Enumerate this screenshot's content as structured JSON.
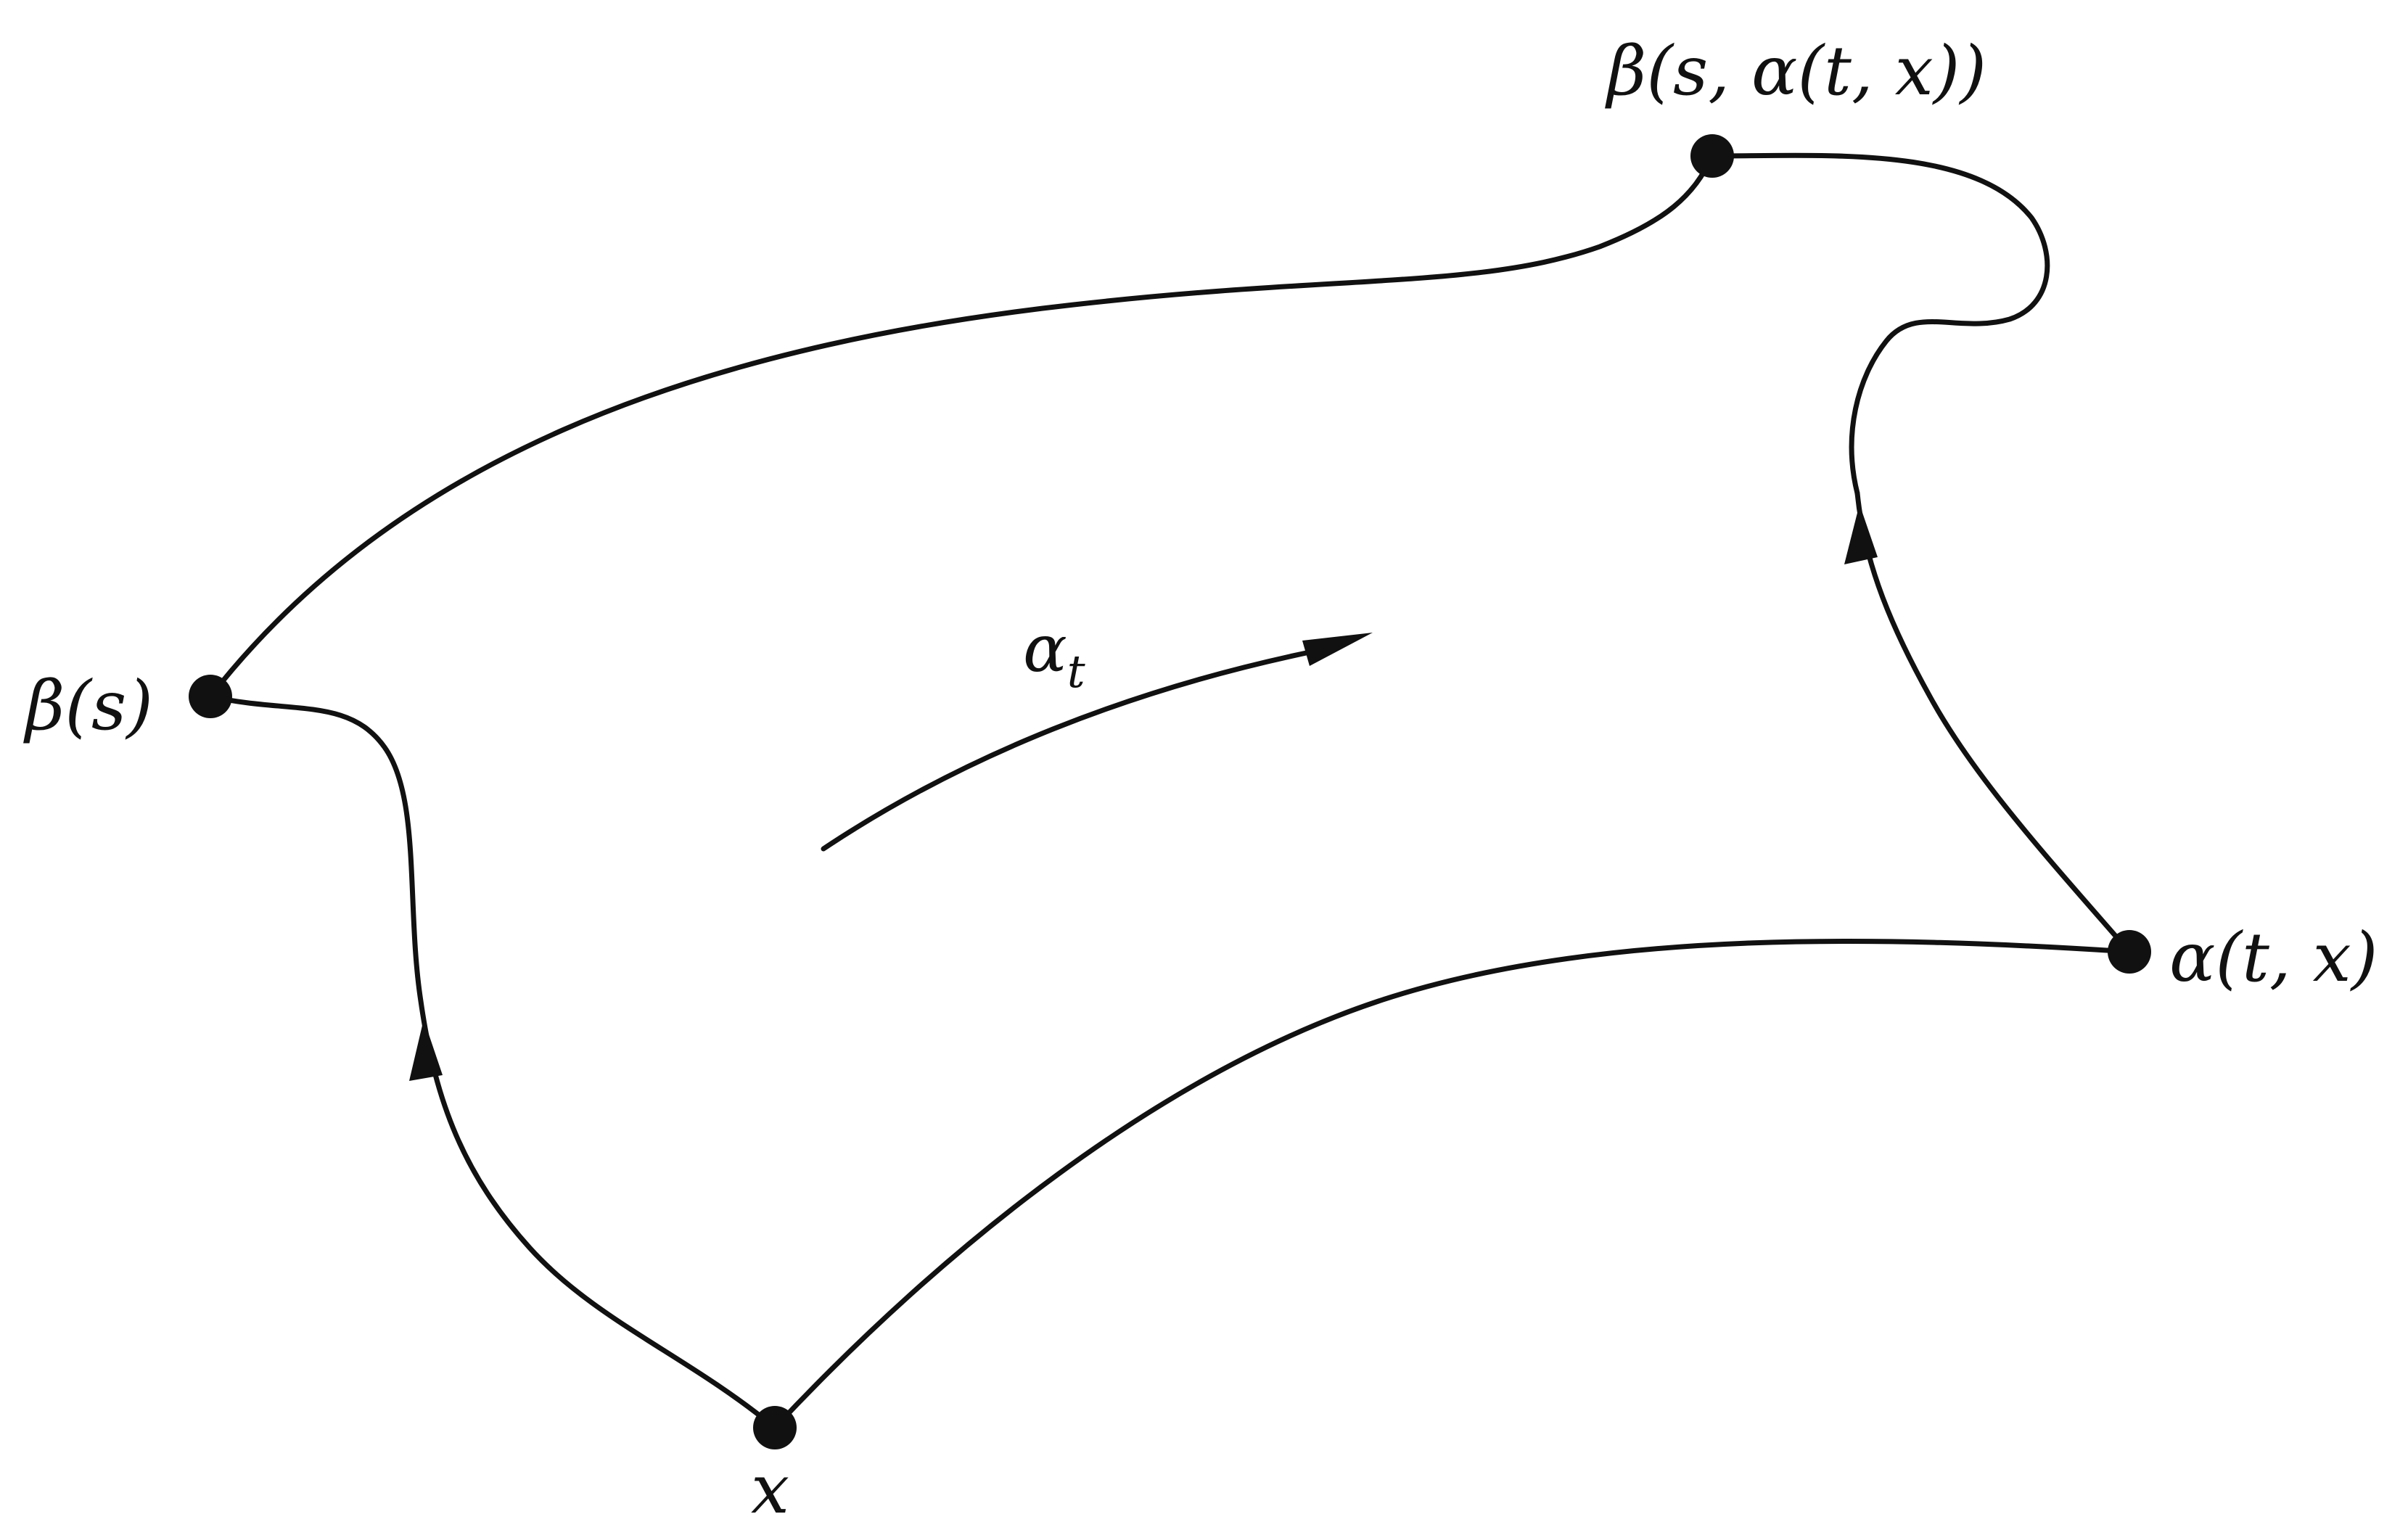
{
  "labels": {
    "beta_s": "β(s)",
    "beta_s_alpha": "β(s, α(t, x))",
    "alpha_tx": "α(t, x)",
    "x": "x",
    "alpha_t": "α",
    "alpha_t_sub": "t"
  },
  "colors": {
    "ink": "#111111",
    "background": "#ffffff"
  }
}
